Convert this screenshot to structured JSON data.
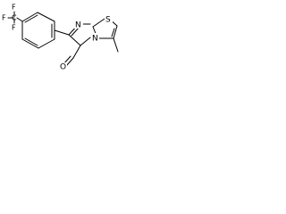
{
  "diagram": {
    "type": "chemical-structure",
    "atoms": {
      "cf3": "F",
      "cf3_f_left": "F",
      "cf3_f_bottom": "F",
      "cf3_carbon": "C",
      "imidazole_n": "N",
      "thiazole_s": "S",
      "bridgehead_n": "N",
      "aldehyde_o": "O"
    }
  }
}
